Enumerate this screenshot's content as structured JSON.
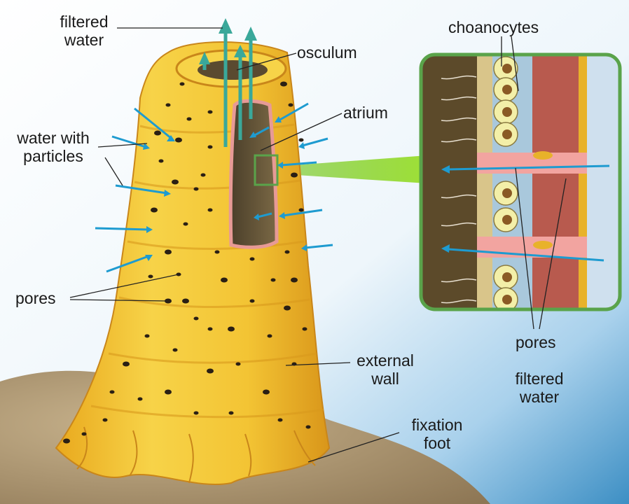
{
  "labels": {
    "filtered_water_top": [
      "filtered",
      "water"
    ],
    "osculum": "osculum",
    "atrium": "atrium",
    "water_with_particles": [
      "water with",
      "particles"
    ],
    "pores_left": "pores",
    "external_wall": [
      "external",
      "wall"
    ],
    "fixation_foot": [
      "fixation",
      "foot"
    ],
    "choanocytes": "choanocytes",
    "pores_right": "pores",
    "filtered_water_right": [
      "filtered",
      "water"
    ]
  },
  "colors": {
    "sponge": "#f2c230",
    "sponge_dark": "#d99a1c",
    "water_arrow": "#1e9bd0",
    "outflow_arrow": "#3aa89a",
    "inset_border": "#5aa34a",
    "zoom_beam": "#8fd12a",
    "rock": "#b9a27c",
    "background_blue": "#cfe6f5"
  },
  "icons": {
    "inflow_arrow": "water-inflow-arrow-icon",
    "outflow_arrow": "filtered-water-outflow-arrow-icon",
    "choanocyte": "choanocyte-cell-icon"
  }
}
